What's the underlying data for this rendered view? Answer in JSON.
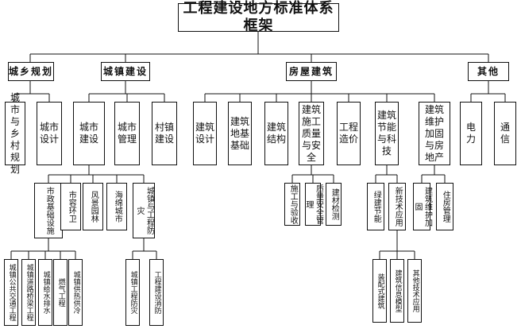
{
  "title": "工程建设地方标准体系框架",
  "categories": {
    "urban_rural_planning": "城乡规划",
    "urban_construction": "城镇建设",
    "building_construction": "房屋建筑",
    "others": "其他"
  },
  "planning_children": {
    "urban_rural_planning": "城市与乡村规划",
    "urban_design": "城市设计"
  },
  "construction_children": {
    "city_construction": "城市建设",
    "city_management": "城市管理",
    "village_town_construction": "村镇建设"
  },
  "city_construction_children": {
    "municipal_infrastructure": "市政基础设施",
    "city_sanitation": "市容环卫",
    "landscape_gardening": "风景园林",
    "sponge_city": "海绵城市",
    "disaster_prevention": "城镇与工程防灾"
  },
  "municipal_children": {
    "public_transport": "城镇公共交通工程",
    "road_bridge": "城镇道路桥梁工程",
    "water_supply_drainage": "城镇给水排水",
    "gas_engineering": "燃气工程",
    "heating_cooling": "城镇供热供冷"
  },
  "disaster_children": {
    "town_engineering_disaster_prevention": "城镇工程防灾",
    "construction_fire_protection": "工程建设消防"
  },
  "building_children": {
    "architectural_design": "建筑设计",
    "foundation": "建筑地基基础",
    "structure": "建筑结构",
    "quality_safety": "建筑施工质量与安全",
    "cost": "工程造价",
    "energy_tech": "建筑节能与科技",
    "maintenance": "建筑维护加固与房地产"
  },
  "quality_children": {
    "acceptance": "施工与验收",
    "safety_management": "质量安全管理",
    "material_testing": "建材检测"
  },
  "energy_children": {
    "green_building": "绿建节能",
    "new_tech": "新技术应用"
  },
  "new_tech_children": {
    "prefabricated": "装配式建筑",
    "bim": "建筑信息模型",
    "other_tech": "其他技术应用"
  },
  "maintenance_children": {
    "maintenance_reinforcement": "建筑维护加固",
    "housing_management": "住房管理"
  },
  "others_children": {
    "power": "电力",
    "communication": "通信"
  }
}
